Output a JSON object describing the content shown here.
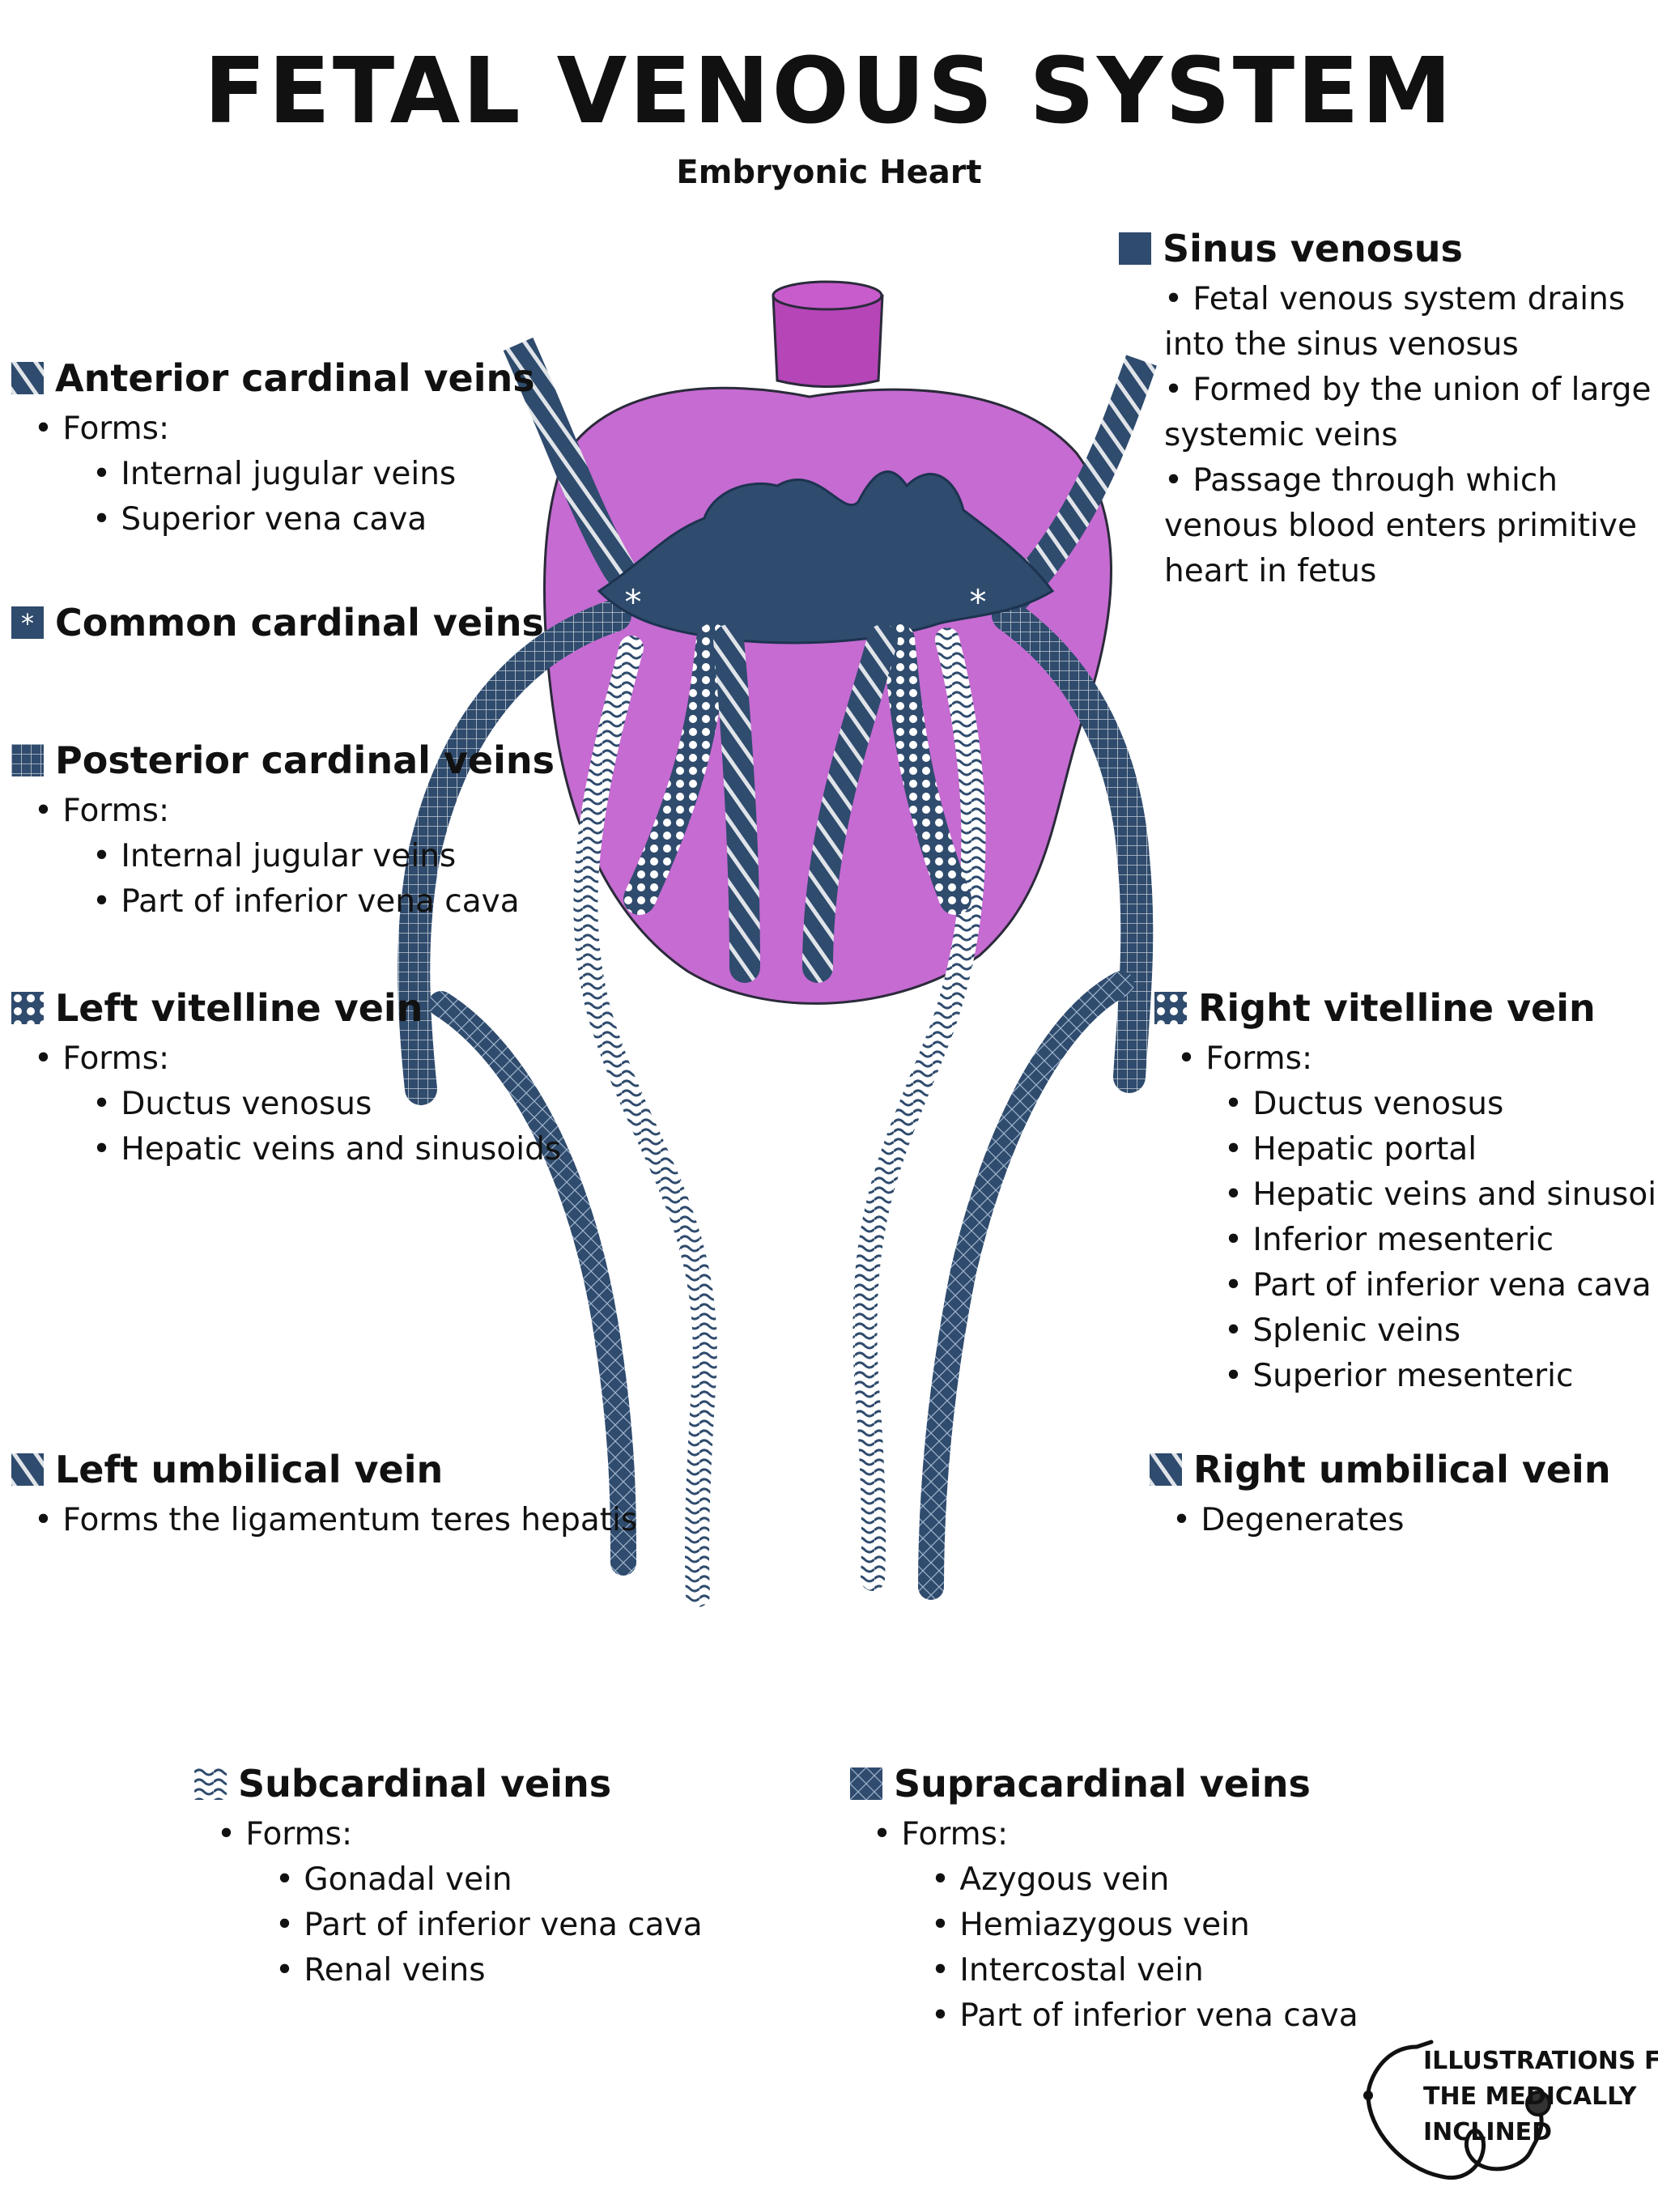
{
  "title": "FETAL VENOUS SYSTEM",
  "subtitle": "Embryonic Heart",
  "colors": {
    "vein_dark": "#2f4b6d",
    "heart_pink": "#c56bd1",
    "outflow": "#b645b8"
  },
  "blocks": {
    "anterior": {
      "title": "Anterior cardinal veins",
      "forms": "Forms:",
      "items": [
        "Internal jugular veins",
        "Superior vena cava"
      ]
    },
    "common": {
      "title": "Common cardinal veins"
    },
    "posterior": {
      "title": "Posterior cardinal veins",
      "forms": "Forms:",
      "items": [
        "Internal jugular veins",
        "Part of inferior vena cava"
      ]
    },
    "left_vitelline": {
      "title": "Left vitelline vein",
      "forms": "Forms:",
      "items": [
        "Ductus venosus",
        "Hepatic veins and sinusoids"
      ]
    },
    "left_umbilical": {
      "title": "Left umbilical vein",
      "items": [
        "Forms the ligamentum teres hepatis"
      ]
    },
    "sinus": {
      "title": "Sinus venosus",
      "lines": [
        "• Fetal venous system drains",
        "into the sinus venosus",
        "• Formed by the union of large",
        "systemic veins",
        "• Passage through which",
        "venous blood enters primitive",
        "heart in fetus"
      ]
    },
    "right_vitelline": {
      "title": "Right vitelline vein",
      "forms": "Forms:",
      "items": [
        "Ductus venosus",
        "Hepatic portal",
        "Hepatic veins and sinusoids",
        "Inferior mesenteric",
        "Part of inferior vena cava",
        "Splenic veins",
        "Superior mesenteric"
      ]
    },
    "right_umbilical": {
      "title": "Right umbilical vein",
      "items": [
        "Degenerates"
      ]
    },
    "subcardinal": {
      "title": "Subcardinal veins",
      "forms": "Forms:",
      "items": [
        "Gonadal vein",
        "Part of inferior vena cava",
        "Renal veins"
      ]
    },
    "supracardinal": {
      "title": "Supracardinal veins",
      "forms": "Forms:",
      "items": [
        "Azygous vein",
        "Hemiazygous vein",
        "Intercostal vein",
        "Part of inferior vena cava"
      ]
    }
  },
  "logo": {
    "lines": [
      "ILLUSTRATIONS FOR",
      "THE MEDICALLY",
      "INCLINED"
    ]
  }
}
